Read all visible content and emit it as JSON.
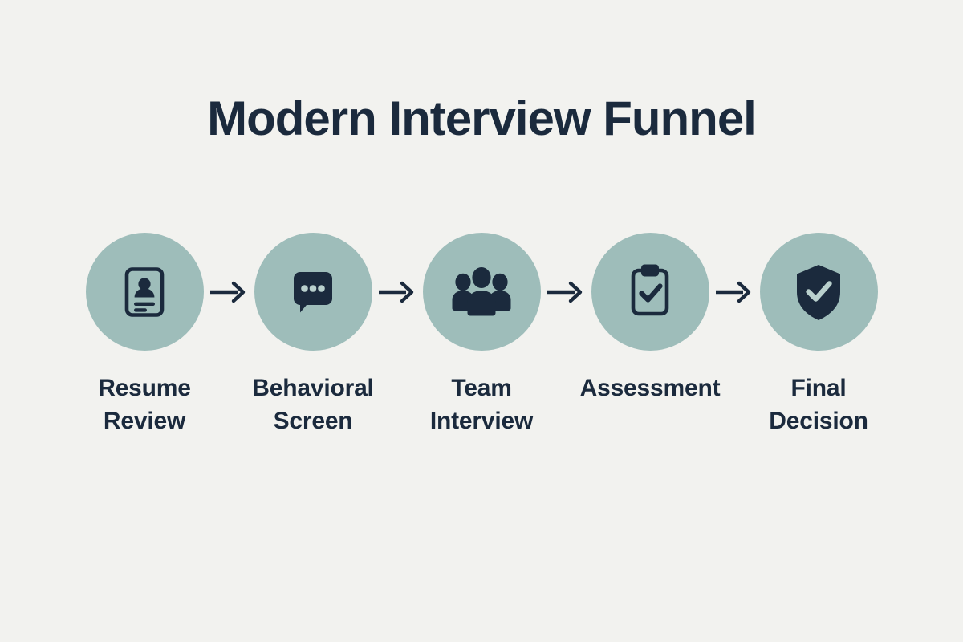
{
  "page": {
    "title": "Modern Interview Funnel",
    "background_color": "#F2F2EF",
    "accent_color": "#9EBDBA",
    "ink_color": "#1B2A3D"
  },
  "funnel": {
    "stages": [
      {
        "icon": "resume-card-icon",
        "label": "Resume\nReview",
        "label_line1": "Resume",
        "label_line2": "Review"
      },
      {
        "icon": "speech-bubble-icon",
        "label": "Behavioral\nScreen",
        "label_line1": "Behavioral",
        "label_line2": "Screen"
      },
      {
        "icon": "people-group-icon",
        "label": "Team\nInterview",
        "label_line1": "Team",
        "label_line2": "Interview"
      },
      {
        "icon": "clipboard-check-icon",
        "label": "Assessment",
        "label_line1": "Assessment",
        "label_line2": ""
      },
      {
        "icon": "shield-check-icon",
        "label": "Final\nDecision",
        "label_line1": "Final",
        "label_line2": "Decision"
      }
    ],
    "connectors": [
      {
        "icon": "arrow-right-icon"
      },
      {
        "icon": "arrow-right-icon"
      },
      {
        "icon": "arrow-right-icon"
      },
      {
        "icon": "arrow-right-icon"
      }
    ]
  }
}
